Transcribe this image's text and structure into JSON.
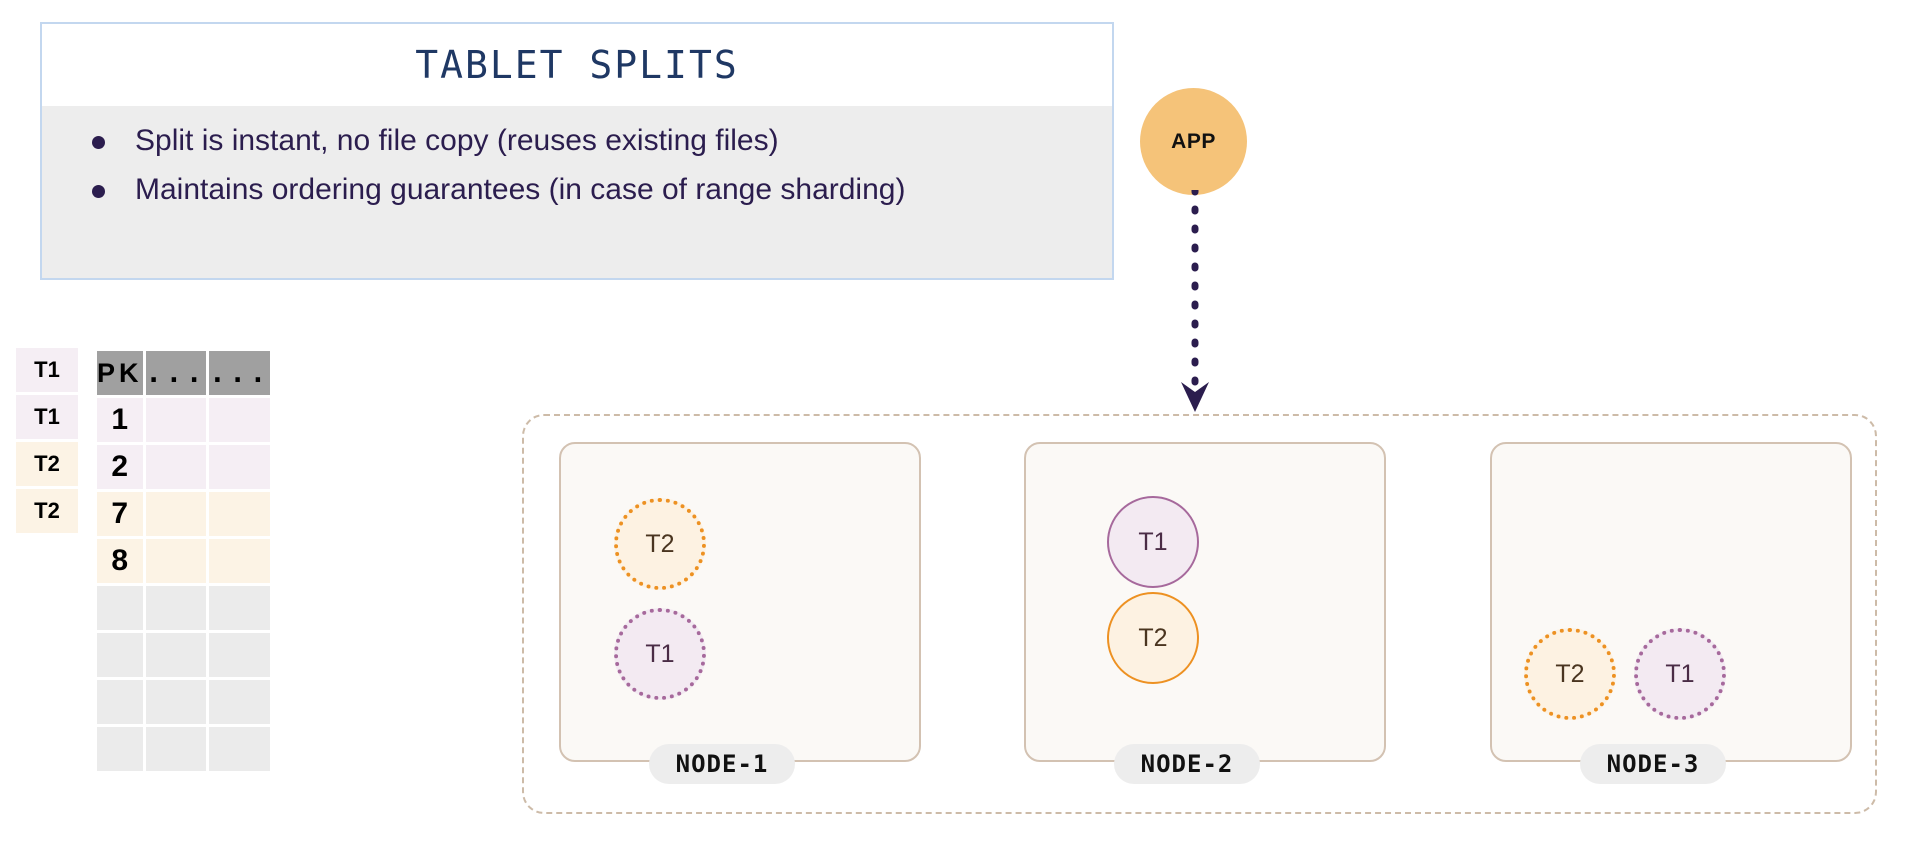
{
  "info_card": {
    "title": "TABLET SPLITS",
    "bullets": [
      "Split is instant, no file copy (reuses existing files)",
      "Maintains ordering guarantees (in case of range sharding)"
    ],
    "border_color": "#c3d7ef",
    "body_bg": "#ededed",
    "title_color": "#1f3864",
    "text_color": "#2b1d4e"
  },
  "app": {
    "label": "APP",
    "circle_color": "#f5c379",
    "arrow_color": "#2b1d4e",
    "arrow_style": "dotted"
  },
  "table": {
    "headers": [
      "PK",
      "...",
      "..."
    ],
    "tag_column": [
      "T1",
      "T1",
      "T2",
      "T2"
    ],
    "rows": [
      {
        "tag": "T1",
        "pk": "1",
        "c2": "",
        "c3": ""
      },
      {
        "tag": "T1",
        "pk": "2",
        "c2": "",
        "c3": ""
      },
      {
        "tag": "T2",
        "pk": "7",
        "c2": "",
        "c3": ""
      },
      {
        "tag": "T2",
        "pk": "8",
        "c2": "",
        "c3": ""
      }
    ],
    "empty_row_count": 4,
    "header_bg": "#a0a0a0",
    "t1_row_bg": "#f5eef4",
    "t2_row_bg": "#fcf3e5",
    "empty_row_bg": "#ebebeb"
  },
  "cluster": {
    "border_color": "#cdbba8",
    "nodes": [
      {
        "label": "NODE-1",
        "tablets": [
          {
            "name": "T2",
            "kind": "t2",
            "border": "dotted"
          },
          {
            "name": "T1",
            "kind": "t1",
            "border": "dotted"
          }
        ]
      },
      {
        "label": "NODE-2",
        "tablets": [
          {
            "name": "T1",
            "kind": "t1",
            "border": "solid"
          },
          {
            "name": "T2",
            "kind": "t2",
            "border": "solid"
          }
        ]
      },
      {
        "label": "NODE-3",
        "tablets": [
          {
            "name": "T2",
            "kind": "t2",
            "border": "dotted"
          },
          {
            "name": "T1",
            "kind": "t1",
            "border": "dotted"
          }
        ]
      }
    ],
    "tablet_colors": {
      "t1_stroke": "#a6699c",
      "t1_fill": "#f3eaf2",
      "t2_stroke": "#ed9122",
      "t2_fill": "#fdf2e2"
    },
    "node_box_bg": "#fbf9f6",
    "node_box_border": "#d3c2b2",
    "pill_bg": "#ededed"
  }
}
